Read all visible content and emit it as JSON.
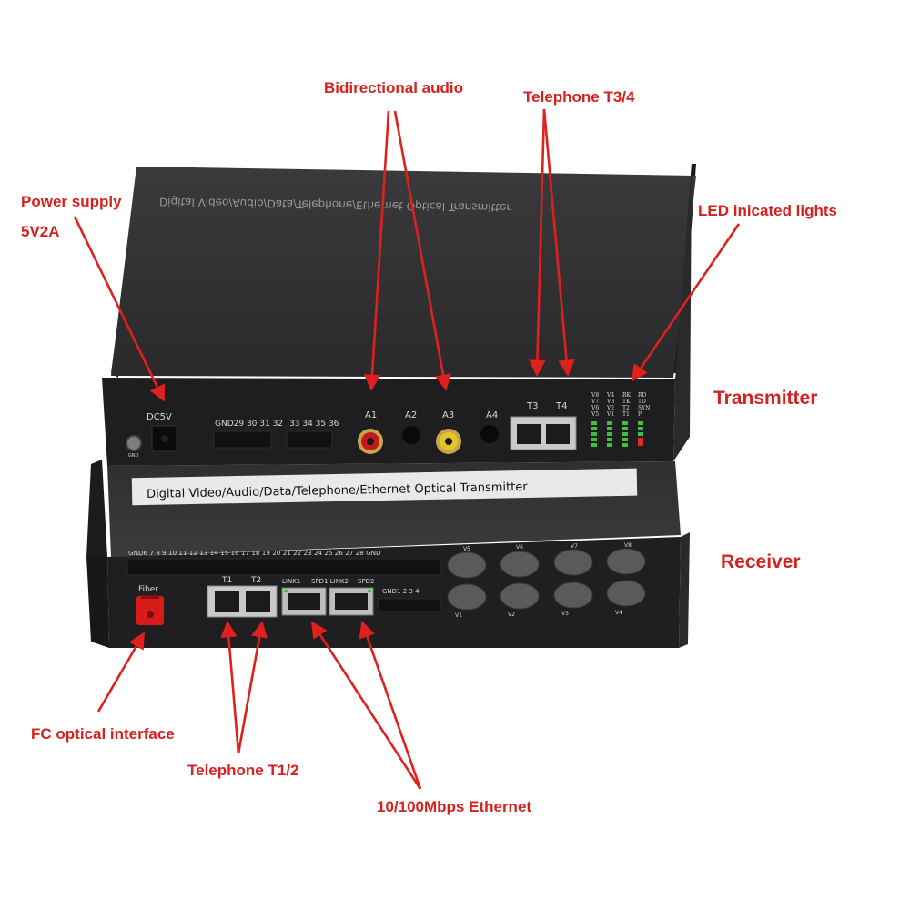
{
  "annotations": {
    "power_supply_line1": "Power supply",
    "power_supply_line2": "5V2A",
    "bidirectional_audio": "Bidirectional audio",
    "telephone_t34": "Telephone T3/4",
    "led_lights": "LED inicated lights",
    "transmitter": "Transmitter",
    "receiver": "Receiver",
    "fc_optical": "FC optical interface",
    "telephone_t12": "Telephone T1/2",
    "ethernet": "10/100Mbps Ethernet"
  },
  "transmitter": {
    "top_banner": "Digital Video/Audio/Data/Telephone/Ethernet Optical Transmitter",
    "dc_label": "DC5V",
    "gnd_label": "GND",
    "terminal_a": "GND29 30 31 32",
    "terminal_b": "33 34 35 36",
    "audio_ports": [
      "A1",
      "A2",
      "A3",
      "A4"
    ],
    "phone_ports": [
      "T3",
      "T4"
    ],
    "led_col1": [
      "V8",
      "V7",
      "V6",
      "V5"
    ],
    "led_col2": [
      "V4",
      "V3",
      "V2",
      "V1"
    ],
    "led_col3": [
      "RK",
      "TK",
      "T2",
      "T1"
    ],
    "led_col4": [
      "RD",
      "TD",
      "SYN",
      "P"
    ]
  },
  "receiver": {
    "banner": "Digital  Video/Audio/Data/Telephone/Ethernet Optical Transmitter",
    "terminal_numbers": "GND6  7  8  9  10  11  12  13  14  15  16  17  18  19  20  21  22  23  24  25  26  27  28 GND",
    "fiber_label": "Fiber",
    "phone_ports": [
      "T1",
      "T2"
    ],
    "ethernet_labels": [
      "LINK1",
      "SPD1 LINK2",
      "SPD2"
    ],
    "gnd_row": "GND1  2  3  4",
    "video_top": [
      "V5",
      "V6",
      "V7",
      "V8"
    ],
    "video_bottom": [
      "V1",
      "V2",
      "V3",
      "V4"
    ]
  },
  "colors": {
    "annotation": "#d6221f",
    "chassis": "#2b2b2d",
    "panel": "#1c1c1e"
  }
}
